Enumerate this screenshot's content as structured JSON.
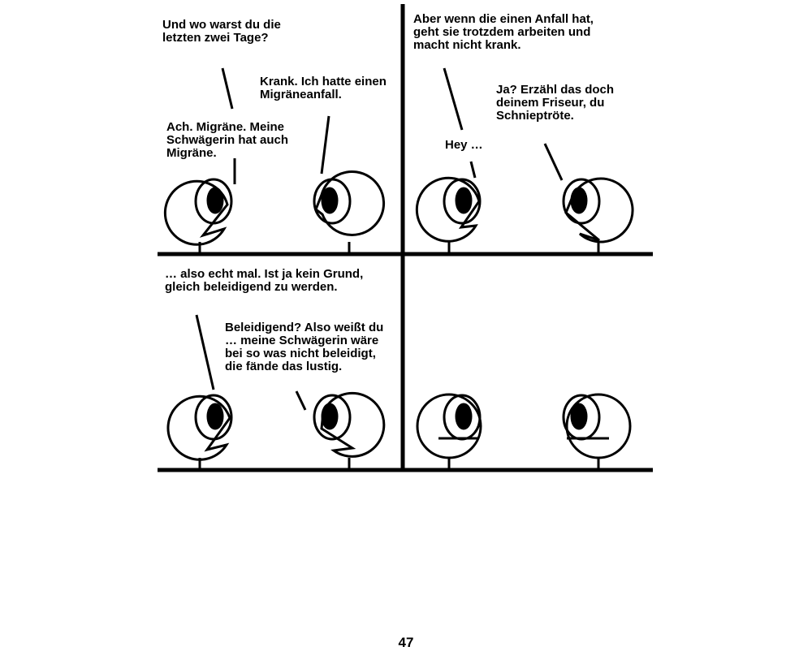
{
  "panels": [
    {
      "id": "top-left",
      "dialogue": [
        {
          "speaker": "boss",
          "text": [
            "Und wo warst du die",
            "letzten zwei Tage?"
          ]
        },
        {
          "speaker": "employee",
          "text": [
            "Krank. Ich hatte einen",
            "Migräneanfall."
          ]
        },
        {
          "speaker": "boss",
          "text": [
            "Ach. Migräne. Meine",
            "Schwägerin hat auch",
            "Migräne."
          ]
        }
      ]
    },
    {
      "id": "top-right",
      "dialogue": [
        {
          "speaker": "boss",
          "text": [
            "Aber wenn die einen Anfall hat,",
            "geht sie trotzdem arbeiten und",
            "macht nicht krank."
          ]
        },
        {
          "speaker": "employee",
          "text": [
            "Ja? Erzähl das doch",
            "deinem Friseur, du",
            "Schnieptröte."
          ]
        },
        {
          "speaker": "boss",
          "text": [
            "Hey …"
          ]
        }
      ]
    },
    {
      "id": "bottom-left",
      "dialogue": [
        {
          "speaker": "boss",
          "text": [
            "… also echt mal. Ist ja kein Grund,",
            "gleich beleidigend zu werden."
          ]
        },
        {
          "speaker": "employee",
          "text": [
            "Beleidigend? Also weißt du",
            "… meine Schwägerin wäre",
            "bei so was nicht beleidigt,",
            "die fände das lustig."
          ]
        }
      ]
    },
    {
      "id": "bottom-right",
      "dialogue": []
    }
  ],
  "page_number": "47"
}
